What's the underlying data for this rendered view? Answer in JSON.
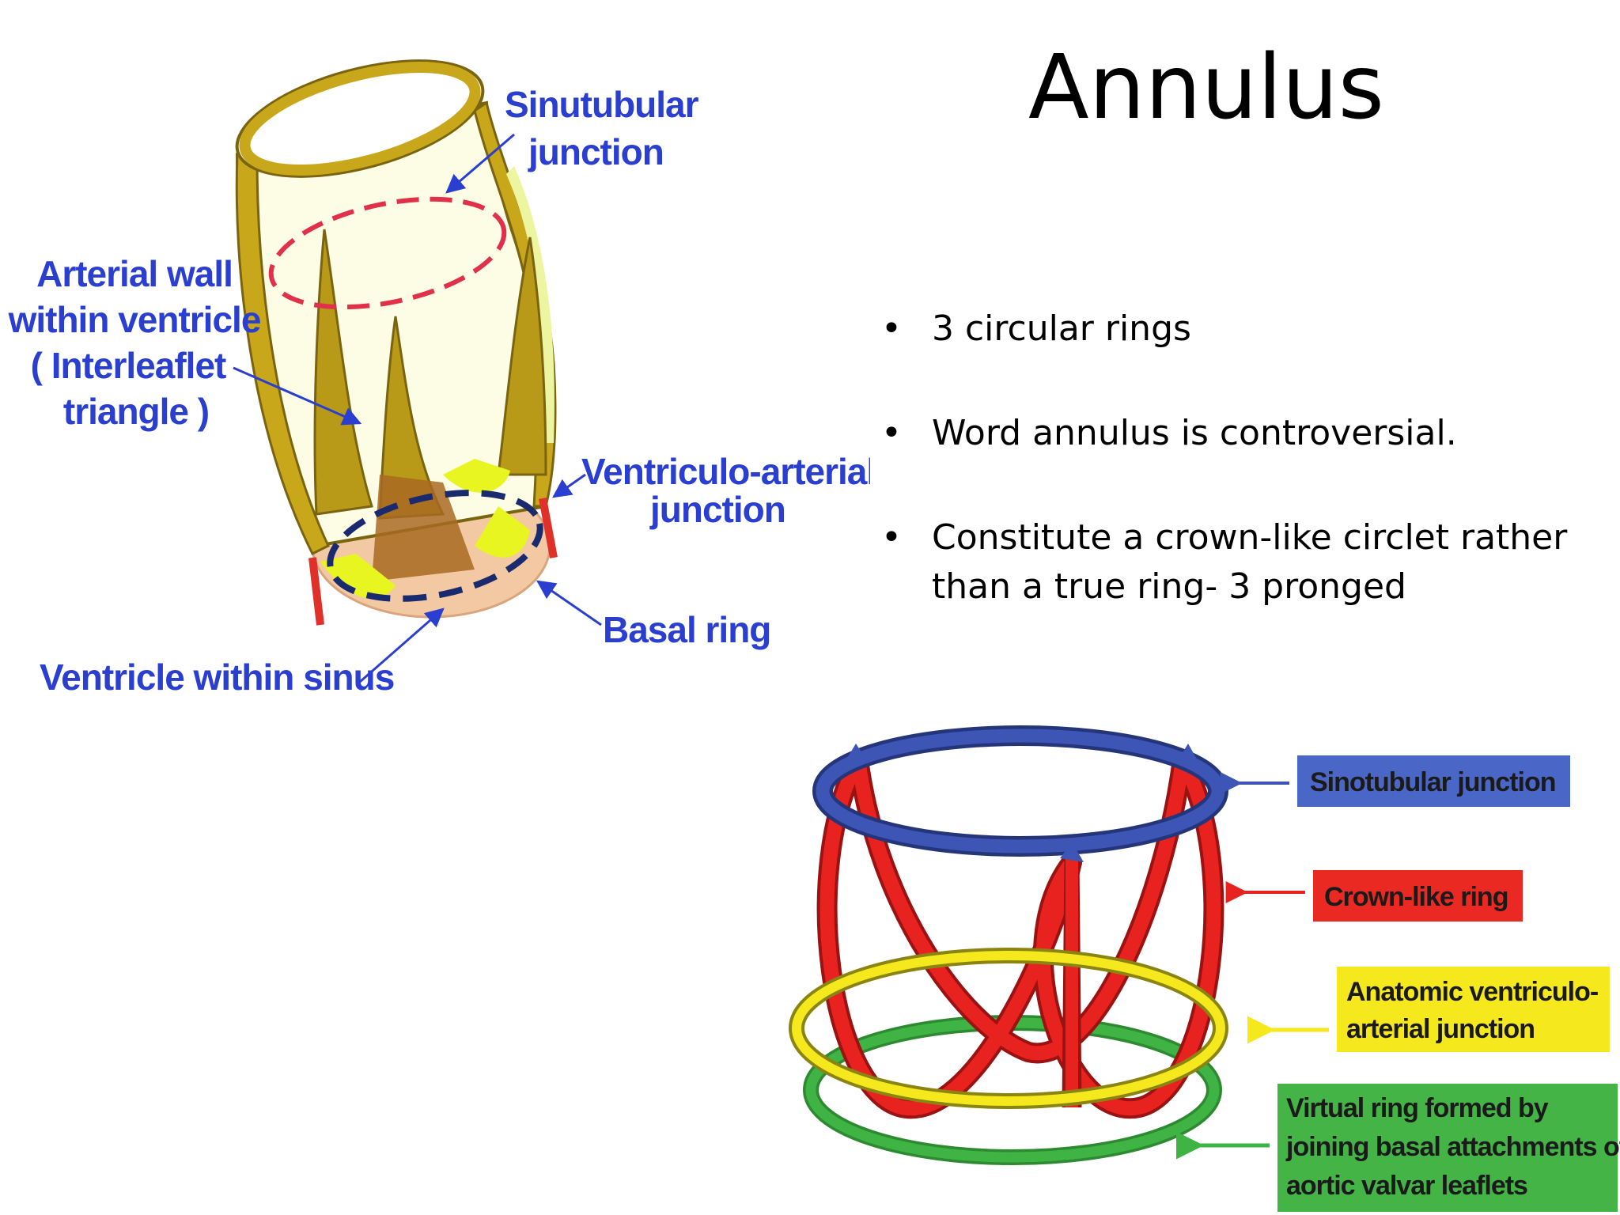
{
  "slide": {
    "title": "Annulus",
    "bullets": [
      "3 circular rings",
      "Word annulus is controversial.",
      "Constitute a crown-like circlet rather than a true ring- 3 pronged"
    ],
    "bullet_lines": [
      [
        "3 circular rings"
      ],
      [
        "Word annulus is controversial."
      ],
      [
        "Constitute a crown-like circlet rather",
        "than a true ring- 3 pronged"
      ]
    ]
  },
  "diagram_left": {
    "labels": {
      "sinutubular_1": "Sinutubular",
      "sinutubular_2": "junction",
      "arterial_1": "Arterial wall",
      "arterial_2": "within ventricle",
      "arterial_3": "( Interleaflet",
      "arterial_4": "triangle )",
      "va_1": "Ventriculo-arterial",
      "va_2": "junction",
      "basal": "Basal ring",
      "ventricle_sinus": "Ventricle within sinus"
    },
    "colors": {
      "wall": "#c9a71a",
      "wall_dark": "#7a6410",
      "dashed_red": "#e0304a",
      "base": "#f3c9a3",
      "label": "#2a3fd0"
    }
  },
  "diagram_right": {
    "labels": {
      "sinotubular": "Sinotubular junction",
      "crown": "Crown-like ring",
      "va_1": "Anatomic ventriculo-",
      "va_2": "arterial junction",
      "virtual_1": "Virtual ring formed by",
      "virtual_2": "joining basal attachments of",
      "virtual_3": "aortic valvar leaflets"
    },
    "colors": {
      "blue": "#3d55b5",
      "red": "#e8231f",
      "yellow": "#f5e81c",
      "green": "#3fb344"
    }
  },
  "bullet_symbol": "•"
}
